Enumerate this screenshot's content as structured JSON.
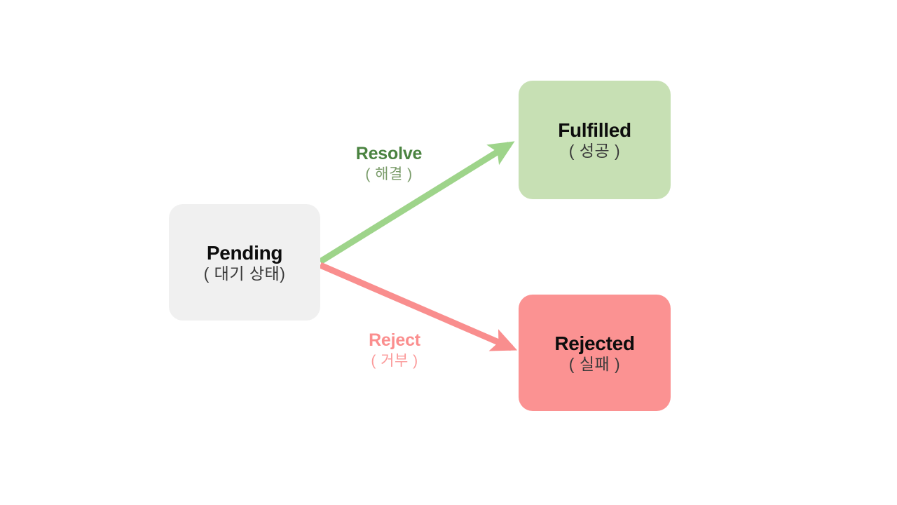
{
  "diagram": {
    "title_context": "Promise state transition diagram",
    "background_color": "#ffffff",
    "nodes": [
      {
        "id": "pending",
        "title": "Pending",
        "subtitle": "( 대기 상태)",
        "fill": "#f0f0f0",
        "text_color": "#0d0d0d"
      },
      {
        "id": "fulfilled",
        "title": "Fulfilled",
        "subtitle": "( 성공 )",
        "fill": "#c7e0b4",
        "text_color": "#0d0d0d"
      },
      {
        "id": "rejected",
        "title": "Rejected",
        "subtitle": "( 실패 )",
        "fill": "#fb9292",
        "text_color": "#0d0d0d"
      }
    ],
    "edges": [
      {
        "id": "resolve",
        "from": "pending",
        "to": "fulfilled",
        "label": "Resolve",
        "label_sub": "( 해결 )",
        "stroke": "#9ed48a",
        "label_color": "#4a8340",
        "label_sub_color": "#7a9c6a"
      },
      {
        "id": "reject",
        "from": "pending",
        "to": "rejected",
        "label": "Reject",
        "label_sub": "( 거부 )",
        "stroke": "#f98e8e",
        "label_color": "#fb8e8e",
        "label_sub_color": "#fb9a9a"
      }
    ]
  }
}
